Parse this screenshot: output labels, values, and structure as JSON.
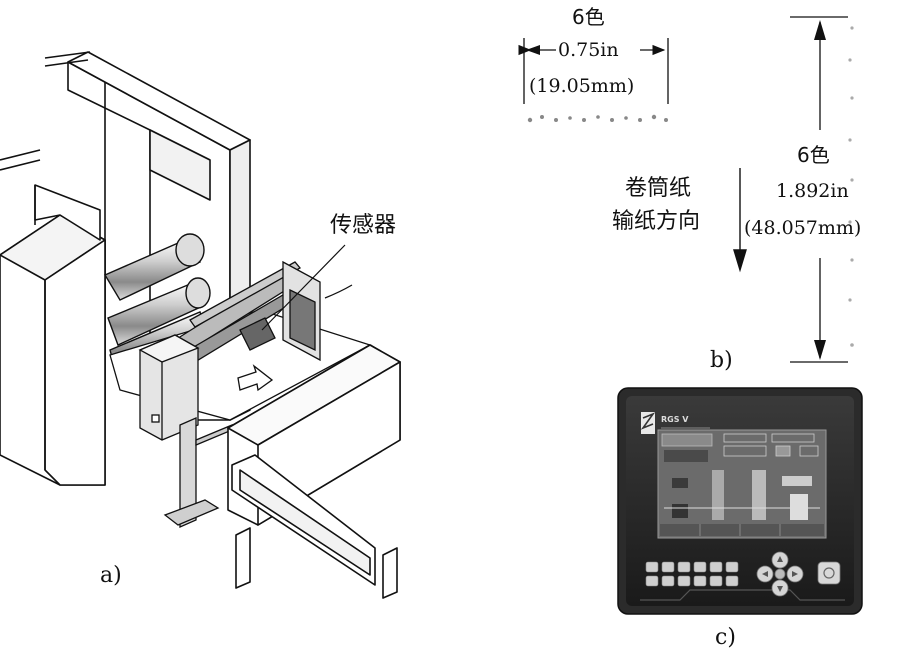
{
  "figure_a": {
    "sensor_label": "传感器",
    "caption": "a)"
  },
  "figure_b": {
    "top_color_label": "6色",
    "top_width_in": "0.75in",
    "top_width_mm": "(19.05mm)",
    "web_direction_line1": "卷筒纸",
    "web_direction_line2": "输纸方向",
    "right_color_label": "6色",
    "right_height_in": "1.892in",
    "right_height_mm": "(48.057mm)",
    "caption": "b)"
  },
  "figure_c": {
    "brand_text": "RGS V",
    "caption": "c)"
  }
}
